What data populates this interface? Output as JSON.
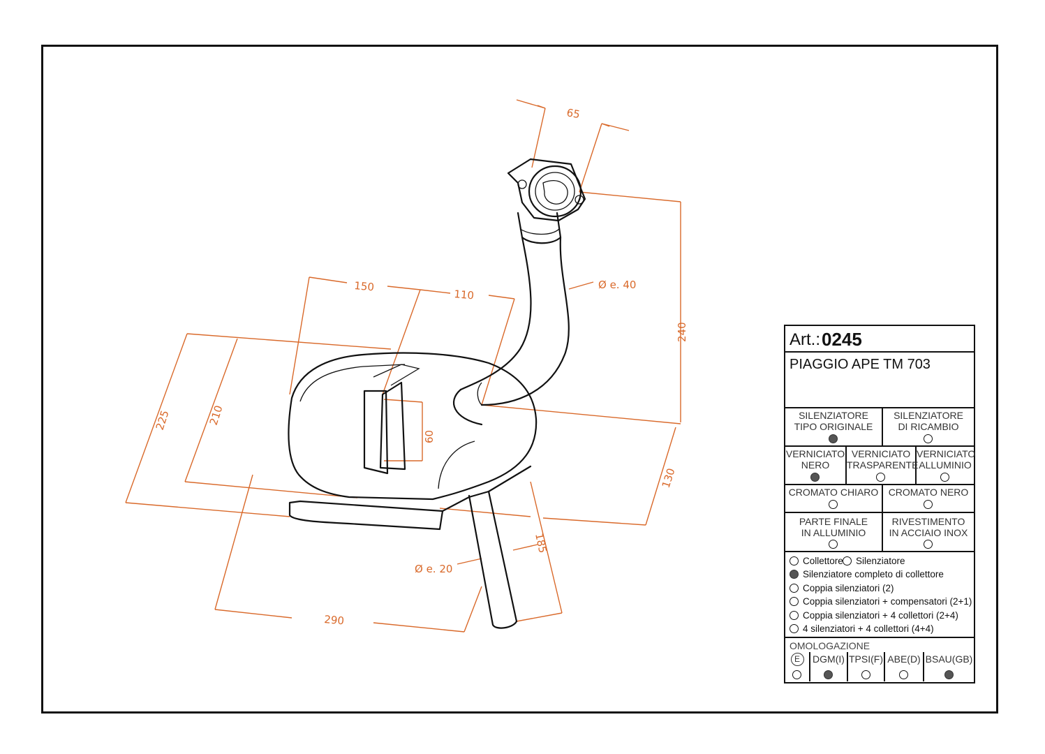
{
  "article": {
    "label": "Art.:",
    "number": "0245"
  },
  "model": "PIAGGIO APE TM 703",
  "dimensions": {
    "d65": "65",
    "d150": "150",
    "d110": "110",
    "diam40": "Ø e. 40",
    "d240": "240",
    "d225": "225",
    "d210": "210",
    "d60": "60",
    "d130": "130",
    "d185": "185",
    "diam20": "Ø e. 20",
    "d290": "290"
  },
  "type_options": [
    {
      "label_1": "SILENZIATORE",
      "label_2": "TIPO ORIGINALE",
      "selected": true
    },
    {
      "label_1": "SILENZIATORE",
      "label_2": "DI RICAMBIO",
      "selected": false
    }
  ],
  "paint_options": [
    {
      "label_1": "VERNICIATO",
      "label_2": "NERO",
      "selected": true
    },
    {
      "label_1": "VERNICIATO",
      "label_2": "TRASPARENTE",
      "selected": false
    },
    {
      "label_1": "VERNICIATO",
      "label_2": "ALLUMINIO",
      "selected": false
    }
  ],
  "chrome_options": [
    {
      "label": "CROMATO CHIARO",
      "selected": false
    },
    {
      "label": "CROMATO NERO",
      "selected": false
    }
  ],
  "finish_options": [
    {
      "label_1": "PARTE FINALE",
      "label_2": "IN ALLUMINIO",
      "selected": false
    },
    {
      "label_1": "RIVESTIMENTO",
      "label_2": "IN ACCIAIO INOX",
      "selected": false
    }
  ],
  "kit_options": {
    "collettore": {
      "label": "Collettore",
      "selected": false
    },
    "silenziatore": {
      "label": "Silenziatore",
      "selected": false
    },
    "completo": {
      "label": "Silenziatore completo di collettore",
      "selected": true
    },
    "coppia": {
      "label": "Coppia silenziatori (2)",
      "selected": false
    },
    "compensatori": {
      "label": "Coppia silenziatori + compensatori (2+1)",
      "selected": false
    },
    "collettori24": {
      "label": "Coppia silenziatori + 4 collettori (2+4)",
      "selected": false
    },
    "collettori44": {
      "label": "4 silenziatori + 4 collettori (4+4)",
      "selected": false
    }
  },
  "homologation": {
    "title": "OMOLOGAZIONE",
    "items": [
      {
        "label": "E",
        "selected": false
      },
      {
        "label": "DGM(I)",
        "selected": true
      },
      {
        "label": "TPSI(F)",
        "selected": false
      },
      {
        "label": "ABE(D)",
        "selected": false
      },
      {
        "label": "BSAU(GB)",
        "selected": true
      }
    ]
  },
  "colors": {
    "dimension": "#d9692a",
    "outline": "#111111",
    "radio_selected": "#555555"
  }
}
